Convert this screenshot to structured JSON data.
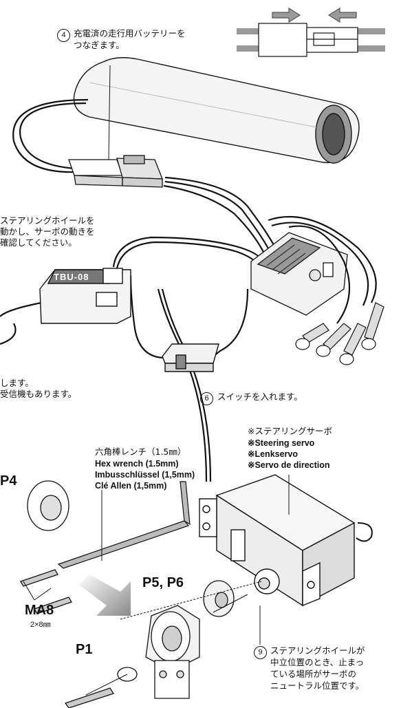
{
  "step4": {
    "num": "4",
    "line1": "充電済の走行用バッテリーを",
    "line2": "つなぎます。"
  },
  "note_steer": {
    "line1": "ステアリングホイールを",
    "line2": "動かし、サーボの動きを",
    "line3": "確認してください。"
  },
  "note_receiver": {
    "line1": "します。",
    "line2": "受信機もあります。"
  },
  "receiver_label": "TBU-08",
  "step6": {
    "num": "6",
    "text": "スイッチを入れます。"
  },
  "servo_label": {
    "jp": "※ステアリングサーボ",
    "en": "※Steering servo",
    "de": "※Lenkservo",
    "fr": "※Servo de direction"
  },
  "wrench_label": {
    "jp": "六角棒レンチ（1.5㎜）",
    "en": "Hex wrench (1.5mm)",
    "de": "Imbusschlüssel (1,5mm)",
    "fr": "Clé Allen (1,5mm)"
  },
  "parts": {
    "p4": "P4",
    "p5p6": "P5, P6",
    "ma8": "MA8",
    "ma8_size": "2×8㎜",
    "p1": "P1"
  },
  "step9": {
    "num": "9",
    "line1": "ステアリングホイールが",
    "line2": "中立位置のとき、止まっ",
    "line3": "ている場所がサーボの",
    "line4": "ニュートラル位置です。"
  },
  "colors": {
    "line": "#111111",
    "fill_light": "#e6e6e6",
    "fill_mid": "#bdbdbd",
    "fill_dark": "#707070"
  }
}
